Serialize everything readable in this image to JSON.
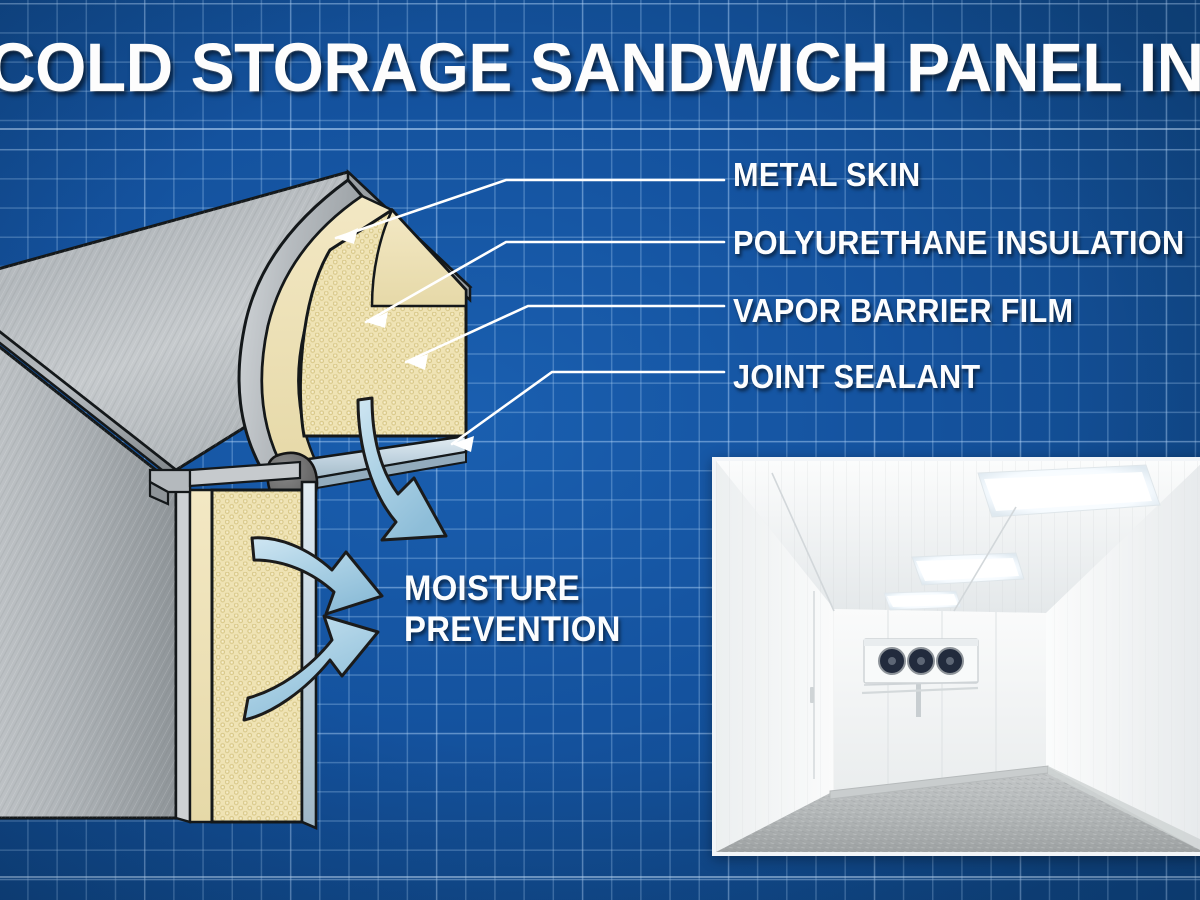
{
  "page": {
    "title_full": "COLD STORAGE SANDWICH PANEL INSTALLATION",
    "background_color": "#14529e",
    "grid_line_color": "#a0c8f0",
    "title_color": "#fdfdfd"
  },
  "callouts": {
    "items": [
      {
        "label": "METAL SKIN",
        "target": "top-metal-facing"
      },
      {
        "label": "POLYURETHANE INSULATION",
        "target": "foam-core"
      },
      {
        "label": "VAPOR BARRIER FILM",
        "target": "film-layer"
      },
      {
        "label": "JOINT SEALANT",
        "target": "sealant-bead"
      }
    ],
    "leader_color": "#ffffff"
  },
  "annotation": {
    "moisture_line1": "MOISTURE",
    "moisture_line2": "PREVENTION",
    "arrow_color": "#a8cfe4",
    "arrow_outline": "#1b1b1b"
  },
  "diagram": {
    "metal_skin_color": "#b9bdc0",
    "foam_color": "#efe3b4",
    "foam_edge_color": "#e8dca8",
    "sealant_color": "#6b6b6b",
    "film_color": "#c8d8e2",
    "outline_color": "#141414"
  },
  "photo": {
    "caption": "cold room interior",
    "border_color": "#f2f5f8",
    "wall_color": "#f4f6f7",
    "floor_color": "#b9bcbd",
    "evaporator_fan_count": 3,
    "ceiling_light_count": 3,
    "evaporator_color": "#f7f9fa",
    "fan_color": "#1e2638"
  }
}
